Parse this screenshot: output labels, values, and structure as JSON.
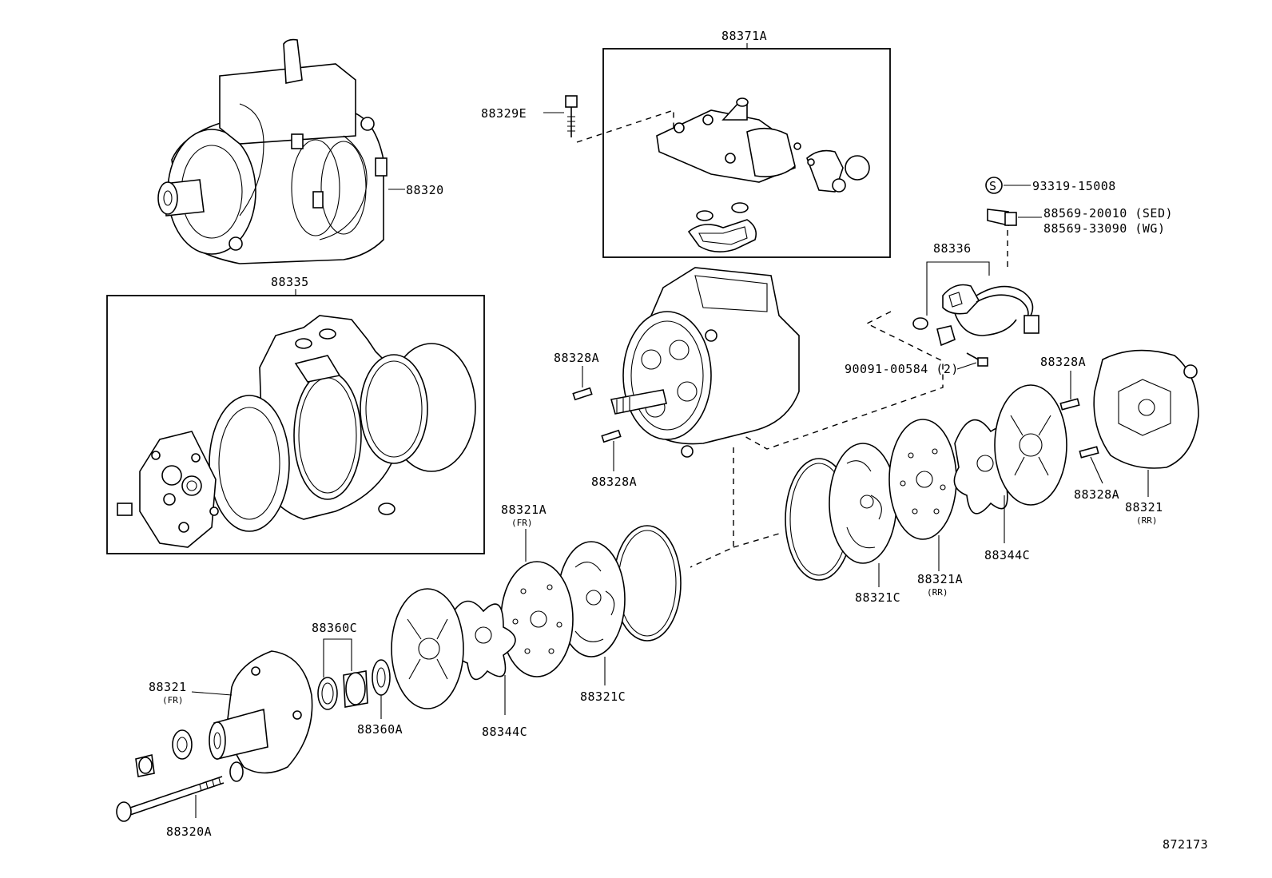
{
  "diagram_id": "872173",
  "callouts": {
    "p88371A": "88371A",
    "p88329E": "88329E",
    "p88320": "88320",
    "s_symbol": "S",
    "p93319": "93319-15008",
    "p88569_sed": "88569-20010 (SED)",
    "p88569_wg": "88569-33090 (WG)",
    "p88336": "88336",
    "p88335": "88335",
    "p88328A_a": "88328A",
    "p88328A_b": "88328A",
    "p88328A_c": "88328A",
    "p88328A_d": "88328A",
    "p90091": "90091-00584 (2)",
    "p88321A_fr": "88321A",
    "p88321A_fr_sub": "(FR)",
    "p88321_rr": "88321",
    "p88321_rr_sub": "(RR)",
    "p88344C_rr": "88344C",
    "p88321A_rr": "88321A",
    "p88321A_rr_sub": "(RR)",
    "p88321C_rr": "88321C",
    "p88360C": "88360C",
    "p88321_fr": "88321",
    "p88321_fr_sub": "(FR)",
    "p88360A": "88360A",
    "p88344C_fr": "88344C",
    "p88321C_fr": "88321C",
    "p88320A": "88320A"
  }
}
